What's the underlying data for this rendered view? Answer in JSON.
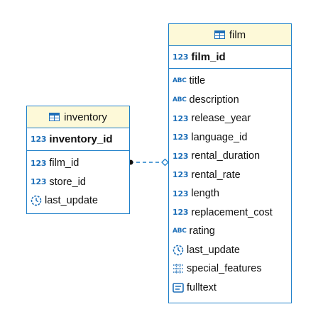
{
  "entities": {
    "inventory": {
      "name": "inventory",
      "pk": {
        "type": "123",
        "name": "inventory_id"
      },
      "columns": [
        {
          "type": "123",
          "name": "film_id"
        },
        {
          "type": "123",
          "name": "store_id"
        },
        {
          "type": "clock",
          "name": "last_update"
        }
      ]
    },
    "film": {
      "name": "film",
      "pk": {
        "type": "123",
        "name": "film_id"
      },
      "columns": [
        {
          "type": "ABC",
          "name": "title"
        },
        {
          "type": "ABC",
          "name": "description"
        },
        {
          "type": "123",
          "name": "release_year"
        },
        {
          "type": "123",
          "name": "language_id"
        },
        {
          "type": "123",
          "name": "rental_duration"
        },
        {
          "type": "123",
          "name": "rental_rate"
        },
        {
          "type": "123",
          "name": "length"
        },
        {
          "type": "123",
          "name": "replacement_cost"
        },
        {
          "type": "ABC",
          "name": "rating"
        },
        {
          "type": "clock",
          "name": "last_update"
        },
        {
          "type": "array",
          "name": "special_features"
        },
        {
          "type": "text",
          "name": "fulltext"
        }
      ]
    }
  },
  "colors": {
    "border": "#1e7fc9",
    "header_bg": "#fdf9d8",
    "badge": "#1e6fb8"
  }
}
